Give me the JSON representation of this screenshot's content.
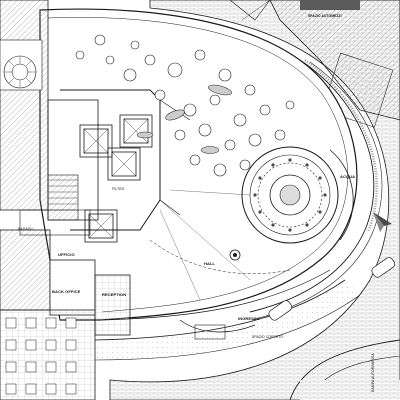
{
  "colors": {
    "line": "#1a1a1a",
    "hatch": "#9a9a9a",
    "paving": "#bdbdbd",
    "dark_fill": "#4a4a4a",
    "paper": "#ffffff"
  },
  "labels": {
    "parcheggio_auto": "SPAZIO AUTOMEZZI",
    "acqua": "ACQUA",
    "hall": "HALL",
    "reception": "RECEPTION",
    "back_office": "BACK OFFICE",
    "ufficio": "UFFICIO",
    "ingresso": "INGRESSO",
    "spazio_coperto": "SPAZIO COPERTO",
    "bagagli": "BAGAGLI",
    "rampa": "RAMPA AUTORIMESSA",
    "filtro": "FILTRO"
  },
  "icons": [
    "north-arrow-icon",
    "car-icon"
  ]
}
